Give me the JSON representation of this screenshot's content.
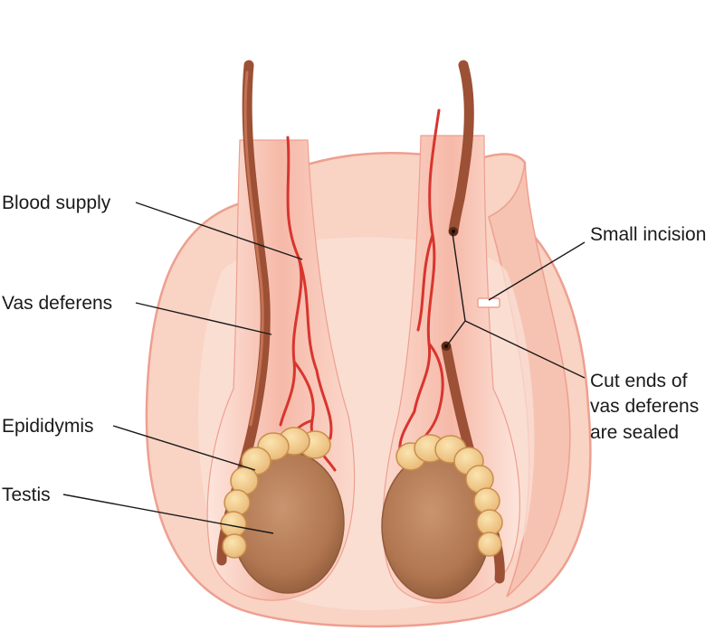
{
  "labels": {
    "blood_supply": "Blood supply",
    "vas_deferens": "Vas deferens",
    "epididymis": "Epididymis",
    "testis": "Testis",
    "small_incision": "Small incision",
    "cut_ends": [
      "Cut ends of",
      "vas deferens",
      "are sealed"
    ]
  },
  "colors": {
    "skin_outer": "#f9d3c3",
    "skin_inner": "#fbe3d8",
    "skin_edge": "#ee9f90",
    "sac": "#f6b6a6",
    "vas": "#9c5035",
    "vas_highlight": "#c47254",
    "artery": "#d8352e",
    "testis": "#b98058",
    "testis_dark": "#8f5a3a",
    "epididymis": "#f4cf8f",
    "epididymis_edge": "#c98e4e",
    "leader": "#1a1a1a"
  }
}
